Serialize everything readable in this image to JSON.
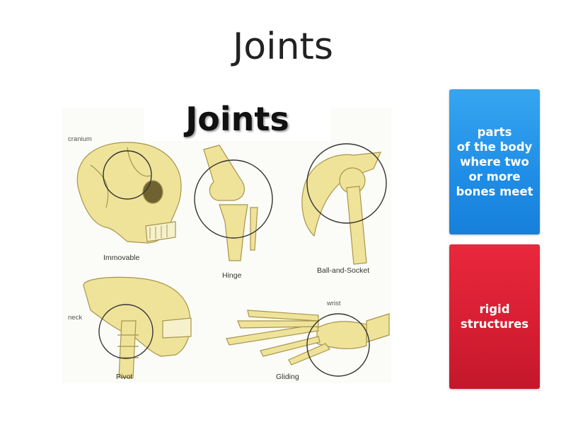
{
  "page": {
    "title": "Joints"
  },
  "figure": {
    "heading": "Joints",
    "labels": {
      "cranium": "cranium",
      "immovable": "Immovable",
      "hinge": "Hinge",
      "ball_socket": "Ball-and-Socket",
      "neck": "neck",
      "pivot": "Pivot",
      "wrist": "wrist",
      "gliding": "Gliding"
    }
  },
  "cards": [
    {
      "text": "parts\nof the body\nwhere two\nor more\nbones meet",
      "color": "#2196ea"
    },
    {
      "text": "rigid\nstructures",
      "color": "#dc2034"
    }
  ]
}
